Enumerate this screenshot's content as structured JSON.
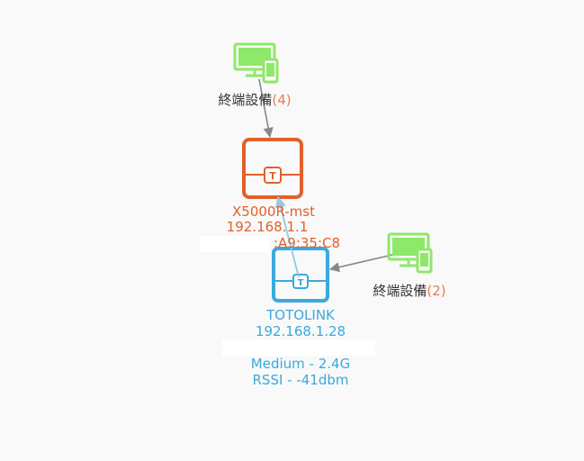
{
  "colors": {
    "main_router": "#e2602a",
    "main_router_text": "#e2602a",
    "sub_router": "#3aa9dc",
    "sub_router_text": "#3aa9dc",
    "device": "#8ee86a",
    "device_count": "#e67c52",
    "link_wired": "#888888",
    "link_wireless": "#8ecde6",
    "label": "#333333",
    "background": "#f9f9f9"
  },
  "icons": {
    "device": "desktop-and-phone-icon",
    "router": "totolink-router-icon"
  },
  "devices_top": {
    "label": "終端設備",
    "count": "(4)"
  },
  "devices_right": {
    "label": "終端設備",
    "count": "(2)"
  },
  "main_router": {
    "name": "X5000R-mst",
    "ip": "192.168.1.1",
    "mac_tail": ":A9:35:C8"
  },
  "sub_router": {
    "name": "TOTOLINK",
    "ip": "192.168.1.28",
    "signal": "Medium - 2.4G",
    "rssi": "RSSI - -41dbm"
  }
}
